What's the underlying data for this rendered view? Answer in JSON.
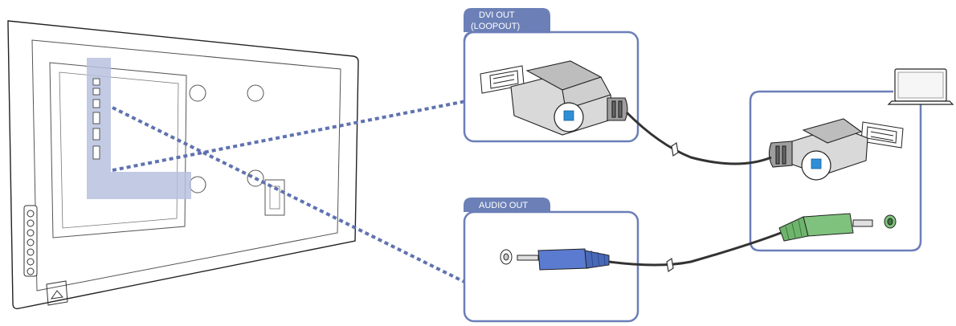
{
  "labels": {
    "dvi_out_line1": "DVI OUT",
    "dvi_out_line2": "(LOOPOUT)",
    "audio_out": "AUDIO OUT"
  },
  "colors": {
    "accent_blue": "#6c80b7",
    "panel_border": "#6b7eb8",
    "dotted_line": "#5f72b0",
    "port_highlight": "#b7c1df",
    "audio_plug_blue": "#5a7bd0",
    "audio_plug_green": "#7fc27d",
    "cable": "#333333",
    "outline": "#222222"
  },
  "icons": {
    "monitor_back": "monitor-back-panel-icon",
    "dvi_port": "dvi-port-icon",
    "dvi_plug": "dvi-plug-icon",
    "audio_jack": "audio-jack-icon",
    "audio_plug": "audio-plug-icon",
    "source_device": "laptop-icon"
  }
}
